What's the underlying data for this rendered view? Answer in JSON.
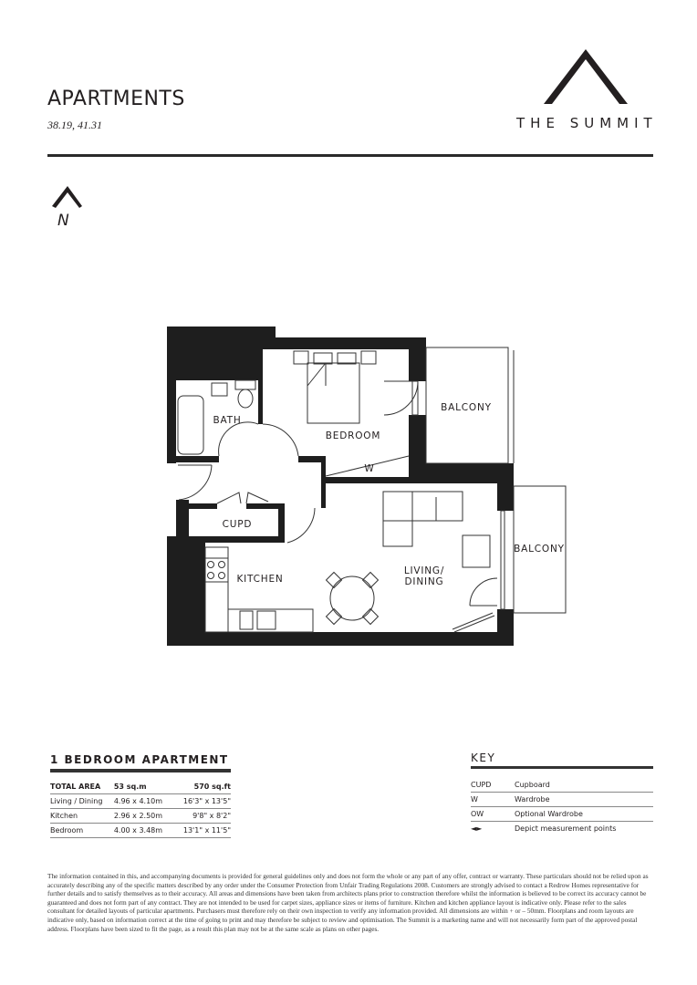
{
  "header": {
    "title": "APARTMENTS",
    "subtitle": "38.19, 41.31",
    "logo_text": "THE SUMMIT"
  },
  "north_label": "N",
  "rooms": {
    "bath": "BATH",
    "bedroom": "BEDROOM",
    "balcony_top": "BALCONY",
    "wardrobe": "W",
    "cupboard": "CUPD",
    "kitchen": "KITCHEN",
    "living_line1": "LIVING/",
    "living_line2": "DINING",
    "balcony_right": "BALCONY"
  },
  "spec": {
    "title": "1 BEDROOM APARTMENT",
    "rows": [
      {
        "name": "TOTAL AREA",
        "metric": "53 sq.m",
        "imperial": "570 sq.ft"
      },
      {
        "name": "Living / Dining",
        "metric": "4.96 x 4.10m",
        "imperial": "16'3\" x 13'5\""
      },
      {
        "name": "Kitchen",
        "metric": "2.96 x 2.50m",
        "imperial": "9'8\" x 8'2\""
      },
      {
        "name": "Bedroom",
        "metric": "4.00 x 3.48m",
        "imperial": "13'1\" x 11'5\""
      }
    ]
  },
  "key": {
    "title": "KEY",
    "items": [
      {
        "code": "CUPD",
        "meaning": "Cupboard"
      },
      {
        "code": "W",
        "meaning": "Wardrobe"
      },
      {
        "code": "OW",
        "meaning": "Optional Wardrobe"
      },
      {
        "code": "◄►",
        "meaning": "Depict measurement points"
      }
    ]
  },
  "disclaimer": "The information contained in this, and accompanying documents is provided for general guidelines only and does not form the whole or any part of any offer, contract or warranty. These particulars should not be relied upon as accurately describing any of the specific matters described by any order under the Consumer Protection from Unfair Trading Regulations 2008. Customers are strongly advised to contact a Redrow Homes representative for further details and to satisfy themselves as to their accuracy. All areas and dimensions have been taken from architects plans prior to construction therefore whilst the information is believed to be correct its accuracy cannot be guaranteed and does not form part of any contract. They are not intended to be used for carpet sizes, appliance sizes or items of furniture. Kitchen and kitchen appliance layout is indicative only. Please refer to the sales consultant for detailed layouts of particular apartments. Purchasers must therefore rely on their own inspection to verify any information provided. All dimensions are within + or – 50mm. Floorplans and room layouts are indicative only, based on information correct at the time of going to print and may therefore be subject to review and optimisation. The Summit is a marketing name and will not necessarily form part of the approved postal address. Floorplans have been sized to fit the page, as a result this plan may not be at the same scale as plans on other pages.",
  "colors": {
    "ink": "#231f20",
    "wall": "#1e1e1e"
  }
}
